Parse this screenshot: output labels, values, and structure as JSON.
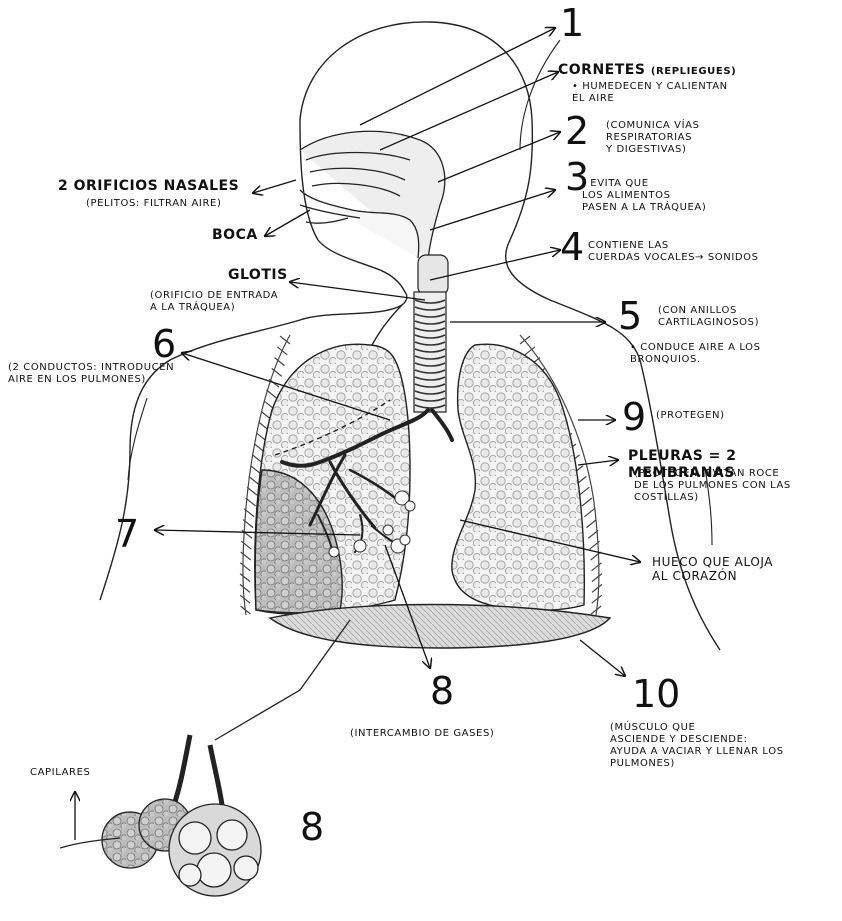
{
  "numbers": {
    "n1": "1",
    "n2": "2",
    "n3": "3",
    "n4": "4",
    "n5": "5",
    "n6": "6",
    "n7": "7",
    "n8": "8",
    "n9": "9",
    "n10": "10",
    "n8_alveoli": "8"
  },
  "labels": {
    "cornetes_title": "CORNETES",
    "cornetes_sub": "(REPLIEGUES)",
    "cornetes_desc": "• HUMEDECEN Y CALIENTAN\nEL AIRE",
    "n2_desc": "(COMUNICA VÍAS\nRESPIRATORIAS\nY DIGESTIVAS)",
    "n3_desc": "( EVITA QUE\nLOS ALIMENTOS\nPASEN A LA TRÁQUEA)",
    "n4_desc": "CONTIENE LAS\nCUERDAS VOCALES→ SONIDOS",
    "nasales_title": "2 ORIFICIOS NASALES",
    "nasales_desc": "(PELITOS: FILTRAN AIRE)",
    "boca": "BOCA",
    "glotis_title": "GLOTIS",
    "glotis_desc": "(ORIFICIO DE ENTRADA\nA LA TRÁQUEA)",
    "n5_desc": "(CON ANILLOS\nCARTILAGINOSOS)",
    "n5_desc2": "• CONDUCE AIRE A LOS\nBRONQUIOS.",
    "n6_desc": "(2 CONDUCTOS: INTRODUCEN\nAIRE EN LOS PULMONES)",
    "n9_desc": "(PROTEGEN)",
    "pleuras_title": "PLEURAS = 2 MEMBRANAS",
    "pleuras_desc": "(PROTEGEN, EVITAN ROCE\nDE LOS PULMONES CON LAS\nCOSTILLAS)",
    "hueco": "HUECO QUE ALOJA\nAL CORAZÓN",
    "n8_desc": "(INTERCAMBIO DE GASES)",
    "n10_desc": "(MÚSCULO QUE\nASCIENDE Y DESCIENDE:\nAYUDA A VACIAR Y LLENAR LOS\nPULMONES)",
    "capilares": "CAPILARES"
  },
  "colors": {
    "ink": "#111111",
    "shade": "#8a8a8a",
    "light": "#d6d6d6"
  }
}
